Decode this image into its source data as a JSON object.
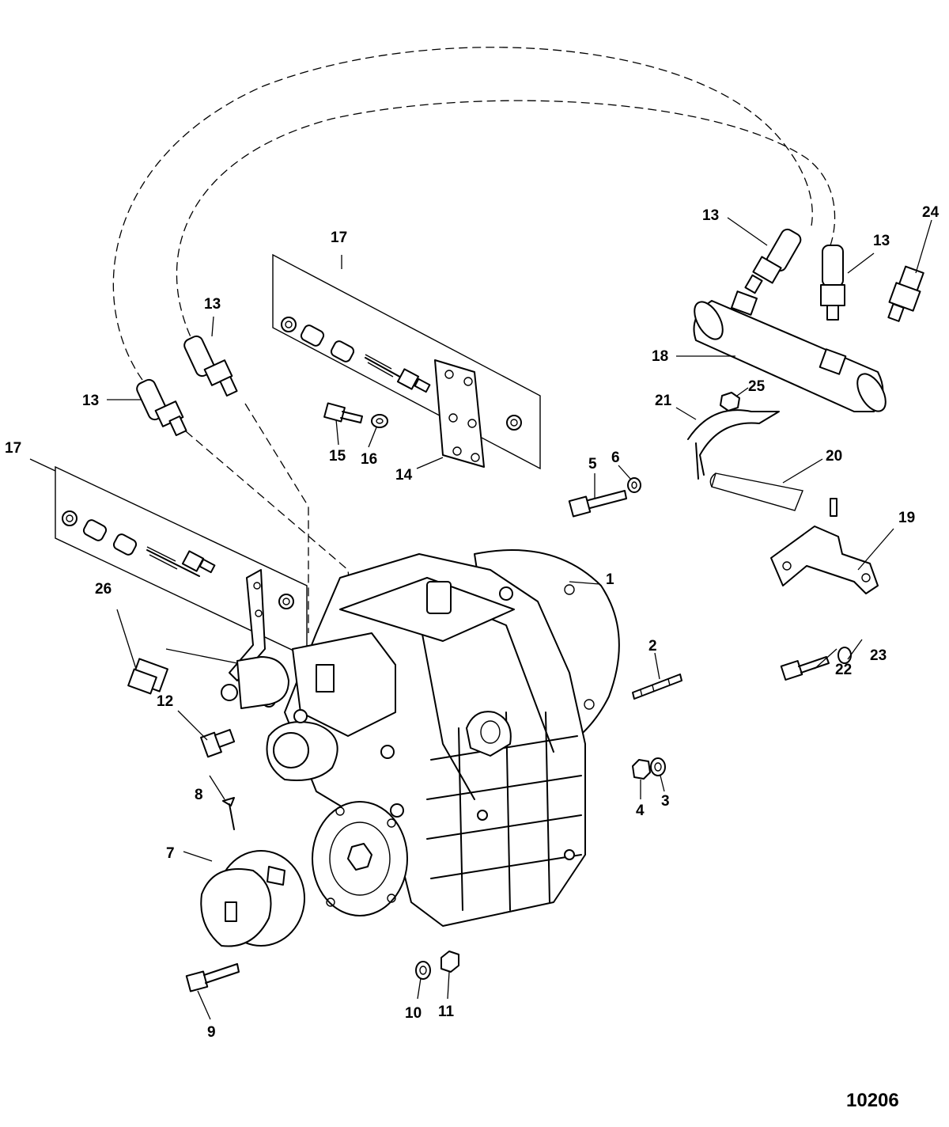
{
  "diagram": {
    "reference_number": "10206",
    "callouts": [
      "1",
      "2",
      "3",
      "4",
      "5",
      "6",
      "7",
      "8",
      "9",
      "10",
      "11",
      "12",
      "13",
      "14",
      "15",
      "16",
      "17",
      "18",
      "19",
      "20",
      "21",
      "22",
      "23",
      "24",
      "25",
      "26"
    ]
  }
}
